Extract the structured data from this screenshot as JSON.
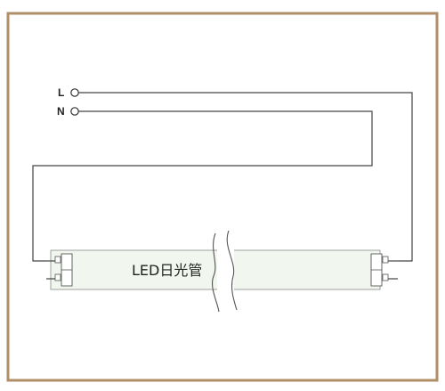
{
  "diagram": {
    "terminal_live_label": "L",
    "terminal_neutral_label": "N",
    "tube_label": "LED日光管",
    "colors": {
      "border": "#B08E68",
      "wire": "#444444",
      "tube_fill": "#F1F7EE",
      "tube_stroke": "#8A8A8A"
    }
  }
}
